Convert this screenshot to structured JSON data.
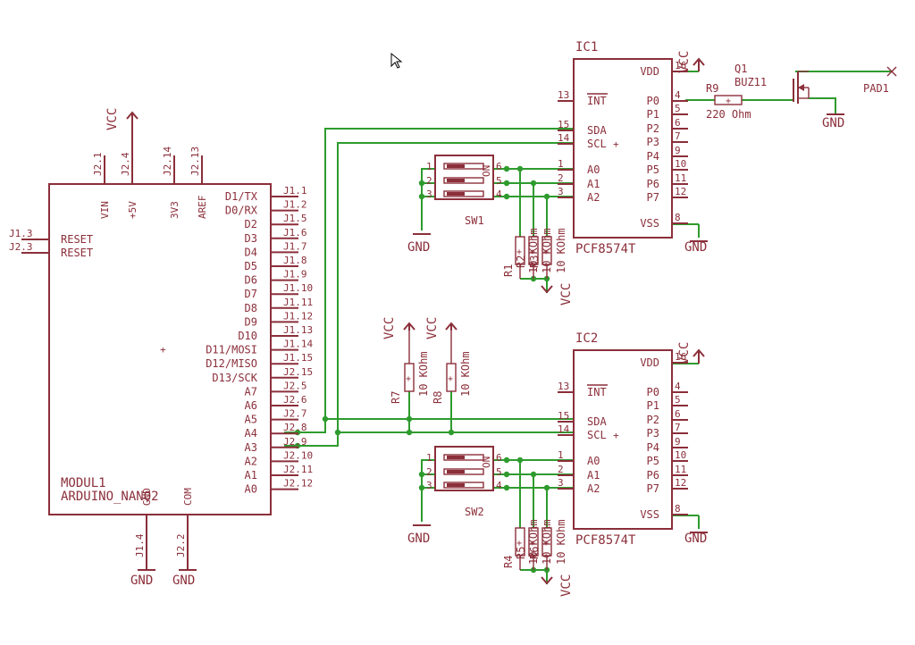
{
  "arduino": {
    "name": "MODUL1",
    "value": "ARDUINO_NANO2",
    "top_pins": [
      {
        "num": "J2.1",
        "label": "VIN"
      },
      {
        "num": "J2.4",
        "label": "+5V"
      },
      {
        "num": "J2.14",
        "label": "3V3"
      },
      {
        "num": "J2.13",
        "label": "AREF"
      }
    ],
    "left_pins": [
      {
        "num": "J1.3",
        "label": "RESET"
      },
      {
        "num": "J2.3",
        "label": "RESET"
      }
    ],
    "right_pins": [
      {
        "num": "J1.1",
        "label": "D1/TX"
      },
      {
        "num": "J1.2",
        "label": "D0/RX"
      },
      {
        "num": "J1.5",
        "label": "D2"
      },
      {
        "num": "J1.6",
        "label": "D3"
      },
      {
        "num": "J1.7",
        "label": "D4"
      },
      {
        "num": "J1.8",
        "label": "D5"
      },
      {
        "num": "J1.9",
        "label": "D6"
      },
      {
        "num": "J1.10",
        "label": "D7"
      },
      {
        "num": "J1.11",
        "label": "D8"
      },
      {
        "num": "J1.12",
        "label": "D9"
      },
      {
        "num": "J1.13",
        "label": "D10"
      },
      {
        "num": "J1.14",
        "label": "D11/MOSI"
      },
      {
        "num": "J1.15",
        "label": "D12/MISO"
      },
      {
        "num": "J2.15",
        "label": "D13/SCK"
      },
      {
        "num": "J2.5",
        "label": "A7"
      },
      {
        "num": "J2.6",
        "label": "A6"
      },
      {
        "num": "J2.7",
        "label": "A5"
      },
      {
        "num": "J2.8",
        "label": "A4"
      },
      {
        "num": "J2.9",
        "label": "A3"
      },
      {
        "num": "J2.10",
        "label": "A2"
      },
      {
        "num": "J2.11",
        "label": "A1"
      },
      {
        "num": "J2.12",
        "label": "A0"
      }
    ],
    "bottom_pins": [
      {
        "num": "J1.4",
        "label": "GND"
      },
      {
        "num": "J2.2",
        "label": "COM"
      }
    ]
  },
  "ic1": {
    "name": "IC1",
    "value": "PCF8574T"
  },
  "ic2": {
    "name": "IC2",
    "value": "PCF8574T"
  },
  "pcf_left_pins": [
    {
      "num": "13",
      "label": "INT"
    },
    {
      "num": "15",
      "label": "SDA"
    },
    {
      "num": "14",
      "label": "SCL"
    },
    {
      "num": "1",
      "label": "A0"
    },
    {
      "num": "2",
      "label": "A1"
    },
    {
      "num": "3",
      "label": "A2"
    }
  ],
  "pcf_right_pins": [
    {
      "num": "16",
      "label": "VDD"
    },
    {
      "num": "4",
      "label": "P0"
    },
    {
      "num": "5",
      "label": "P1"
    },
    {
      "num": "6",
      "label": "P2"
    },
    {
      "num": "7",
      "label": "P3"
    },
    {
      "num": "9",
      "label": "P4"
    },
    {
      "num": "10",
      "label": "P5"
    },
    {
      "num": "11",
      "label": "P6"
    },
    {
      "num": "12",
      "label": "P7"
    },
    {
      "num": "8",
      "label": "VSS"
    }
  ],
  "ic1_scl_right_nums": [
    "4",
    "5",
    "6"
  ],
  "sw1": {
    "name": "SW1",
    "on": "ON",
    "left_nums": [
      "1",
      "2",
      "3"
    ],
    "right_nums": [
      "6",
      "5",
      "4"
    ]
  },
  "sw2": {
    "name": "SW2",
    "on": "ON",
    "left_nums": [
      "1",
      "2",
      "3"
    ],
    "right_nums": [
      "6",
      "5",
      "4"
    ]
  },
  "r1": {
    "name": "R1",
    "value": "10 KOhm"
  },
  "r2": {
    "name": "R2",
    "value": "10 KOhm"
  },
  "r3": {
    "name": "R3",
    "value": "10 KOhm"
  },
  "r4": {
    "name": "R4",
    "value": "10 KOhm"
  },
  "r5": {
    "name": "R5",
    "value": "10 KOhm"
  },
  "r6": {
    "name": "R6",
    "value": "10 KOhm"
  },
  "r7": {
    "name": "R7",
    "value": "10 KOhm"
  },
  "r8": {
    "name": "R8",
    "value": "10 KOhm"
  },
  "r9": {
    "name": "R9",
    "value": "220 Ohm"
  },
  "q1": {
    "name": "Q1",
    "value": "BUZ11"
  },
  "pad1": {
    "name": "PAD1"
  },
  "supply": {
    "vcc": "VCC",
    "gnd": "GND"
  },
  "colors": {
    "part": "#8b2f3a",
    "net": "#2e9b2e",
    "background": "#ffffff"
  }
}
